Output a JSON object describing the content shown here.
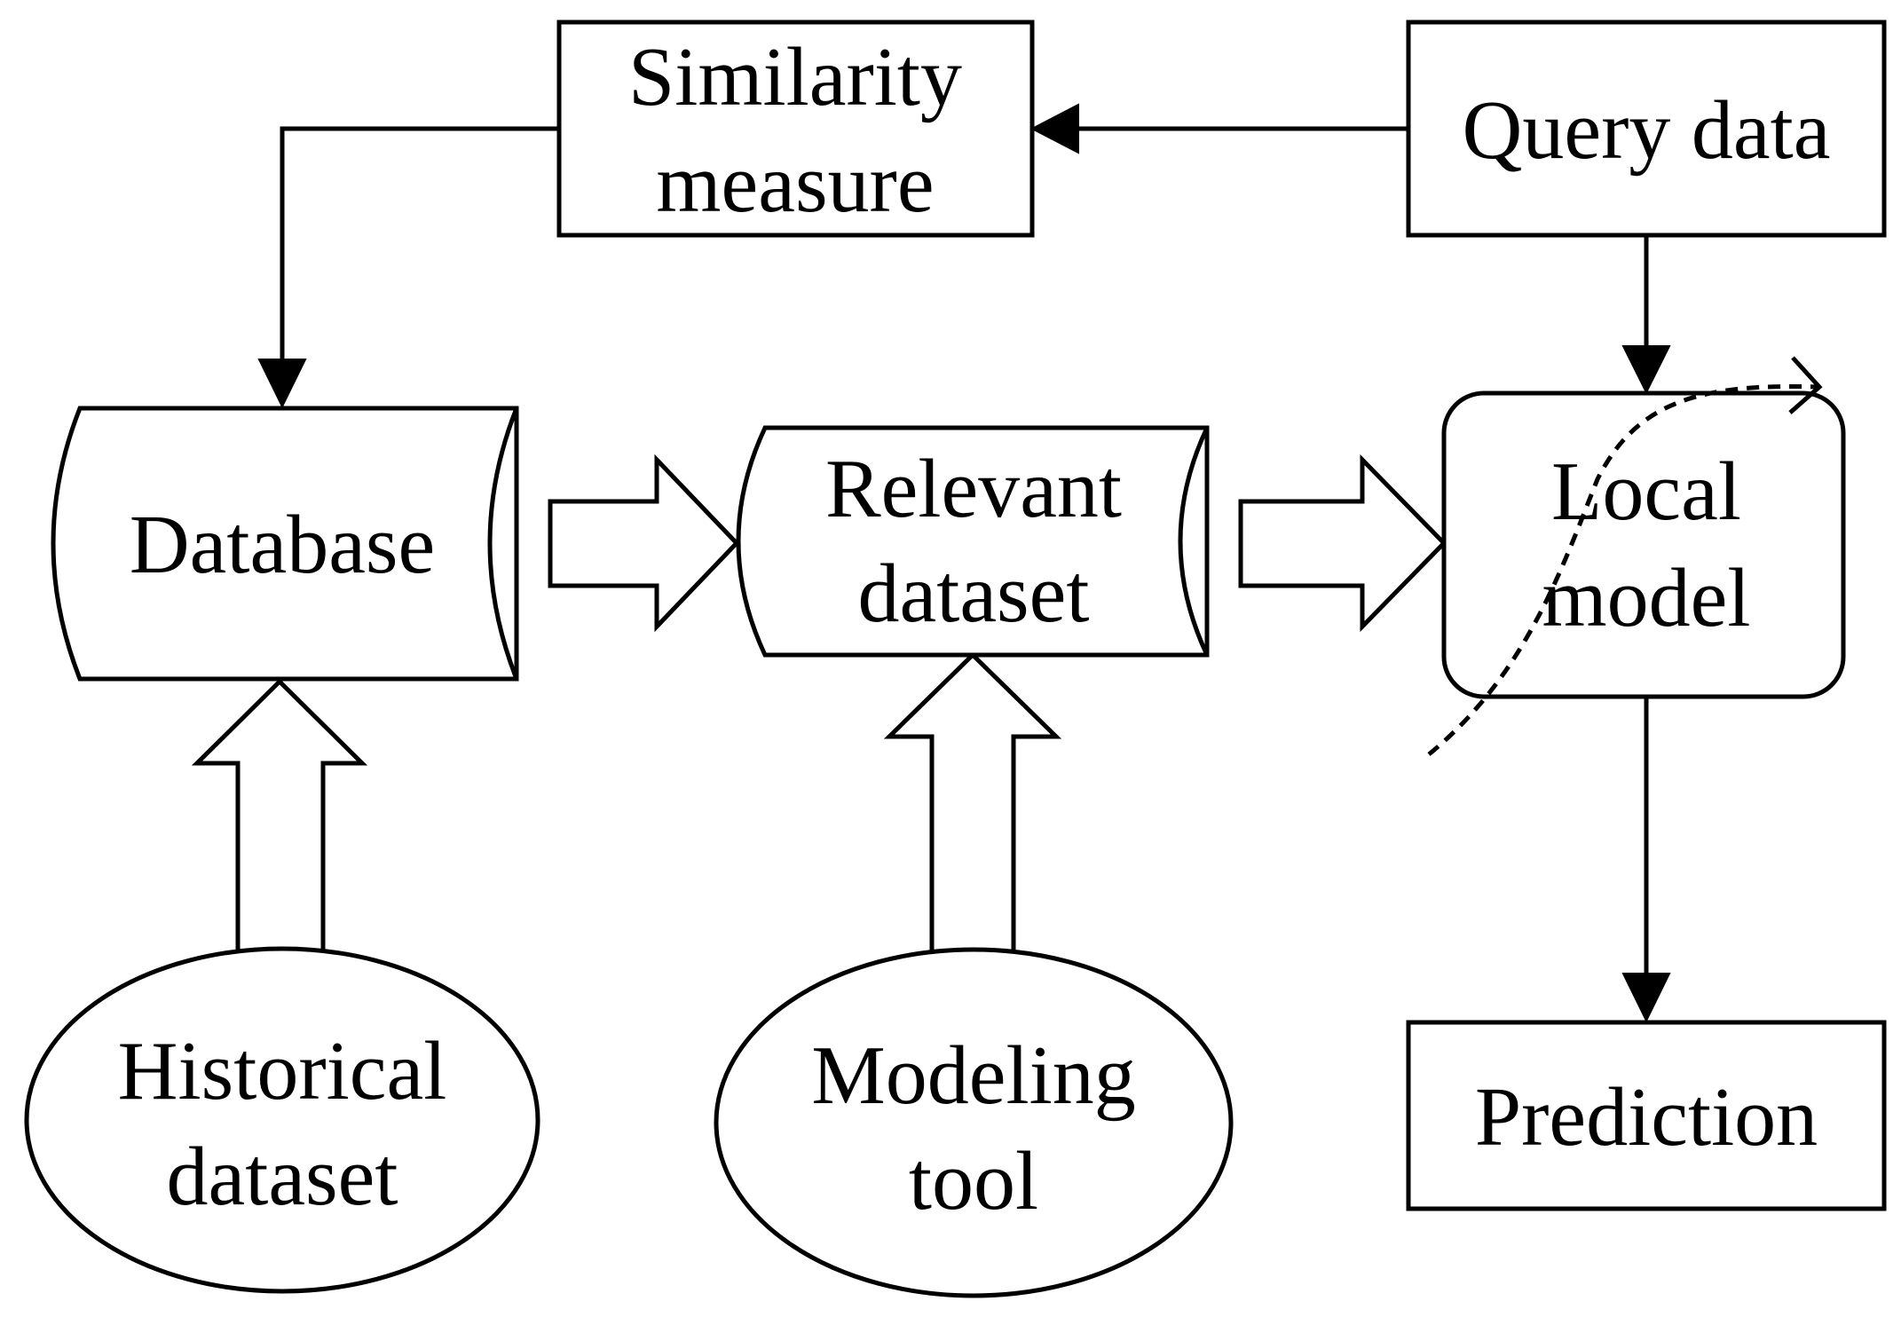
{
  "diagram": {
    "nodes": {
      "similarity": {
        "line1": "Similarity",
        "line2": "measure",
        "shape": "rectangle"
      },
      "query": {
        "label": "Query data",
        "shape": "rectangle"
      },
      "database": {
        "label": "Database",
        "shape": "cylinder"
      },
      "relevant": {
        "line1": "Relevant",
        "line2": "dataset",
        "shape": "cylinder"
      },
      "local": {
        "line1": "Local",
        "line2": "model",
        "shape": "rounded-rectangle"
      },
      "prediction": {
        "label": "Prediction",
        "shape": "rectangle"
      },
      "historical": {
        "line1": "Historical",
        "line2": "dataset",
        "shape": "ellipse"
      },
      "modeling": {
        "line1": "Modeling",
        "line2": "tool",
        "shape": "ellipse"
      }
    },
    "edges": [
      {
        "from": "query",
        "to": "similarity",
        "style": "line-arrow"
      },
      {
        "from": "similarity",
        "to": "database",
        "style": "line-arrow"
      },
      {
        "from": "query",
        "to": "local",
        "style": "line-arrow"
      },
      {
        "from": "local",
        "to": "prediction",
        "style": "line-arrow"
      },
      {
        "from": "database",
        "to": "relevant",
        "style": "block-arrow"
      },
      {
        "from": "relevant",
        "to": "local",
        "style": "block-arrow"
      },
      {
        "from": "historical",
        "to": "database",
        "style": "block-arrow"
      },
      {
        "from": "modeling",
        "to": "relevant",
        "style": "block-arrow"
      }
    ],
    "stroke_color": "#000000",
    "background_color": "#ffffff"
  }
}
